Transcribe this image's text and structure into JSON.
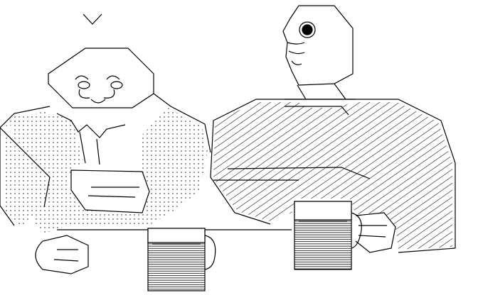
{
  "artwork": {
    "description_kind": "ascii-art",
    "ink_color": "#000000",
    "paper_color": "#ffffff",
    "figures": [
      {
        "name": "left-figure",
        "type": "round-headed-character"
      },
      {
        "name": "right-figure",
        "type": "bald-character-with-big-eye"
      }
    ],
    "props": [
      {
        "name": "mug-left"
      },
      {
        "name": "mug-right"
      }
    ]
  }
}
